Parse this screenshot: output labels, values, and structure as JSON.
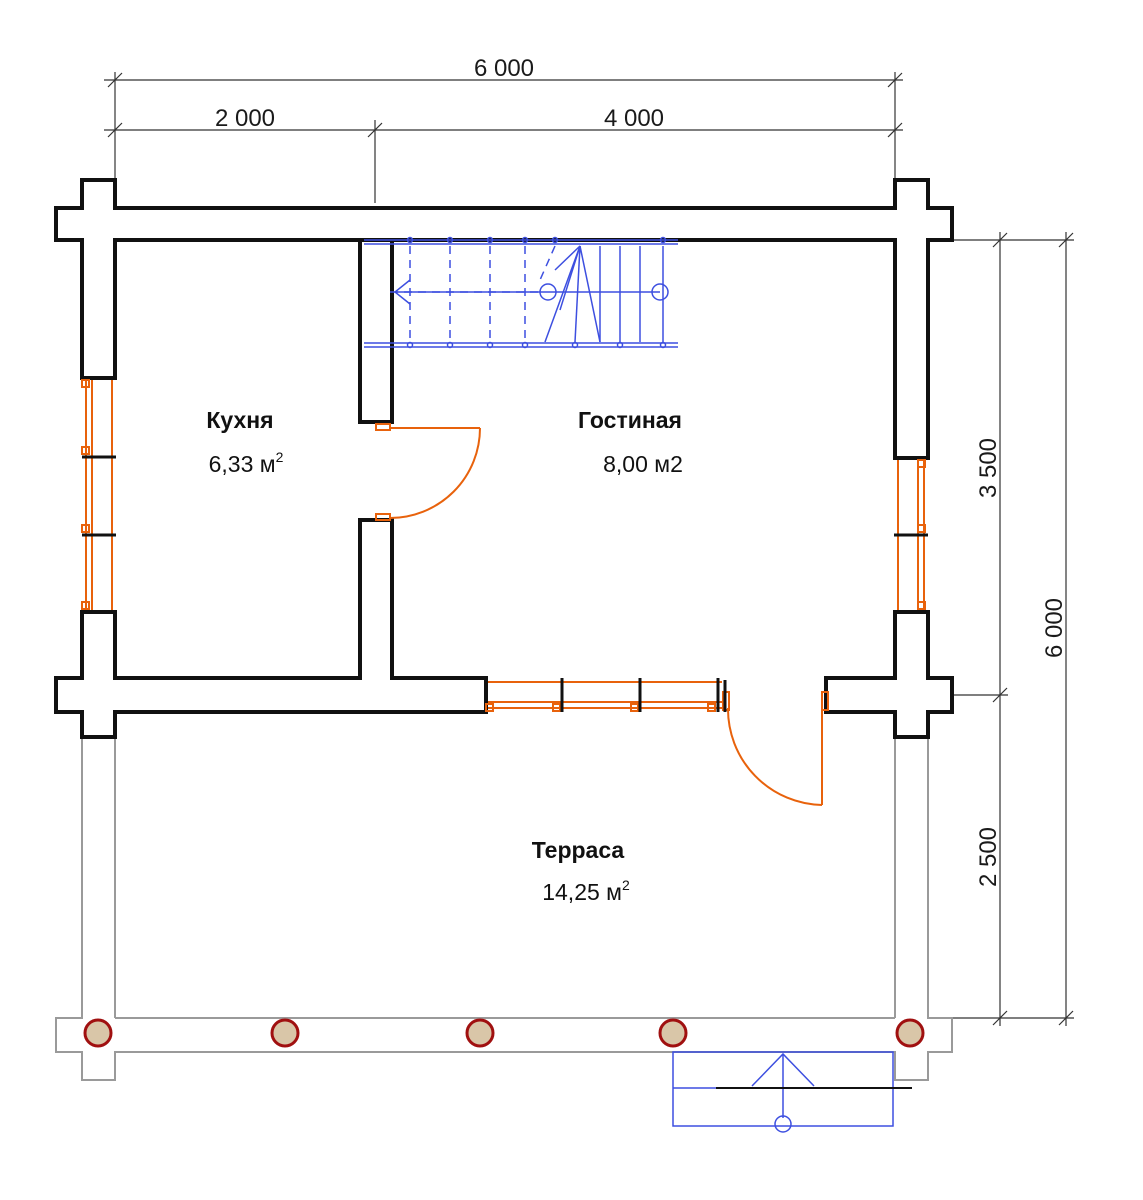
{
  "dimensions": {
    "top_total": "6 000",
    "top_left": "2 000",
    "top_right": "4 000",
    "right_upper": "3 500",
    "right_lower": "2 500",
    "right_total": "6 000"
  },
  "rooms": {
    "kitchen": {
      "name": "Кухня",
      "area": "6,33 м",
      "unit_sup": "2"
    },
    "living": {
      "name": "Гостиная",
      "area": "8,00 м2"
    },
    "terrace": {
      "name": "Терраса",
      "area": "14,25 м",
      "unit_sup": "2"
    }
  },
  "colors": {
    "wall": "#111111",
    "terrace_outline": "#9a9a9a",
    "window_door": "#e8620c",
    "stairs": "#3d4fe0",
    "post_fill": "#d9c6a8",
    "post_stroke": "#a01010"
  }
}
